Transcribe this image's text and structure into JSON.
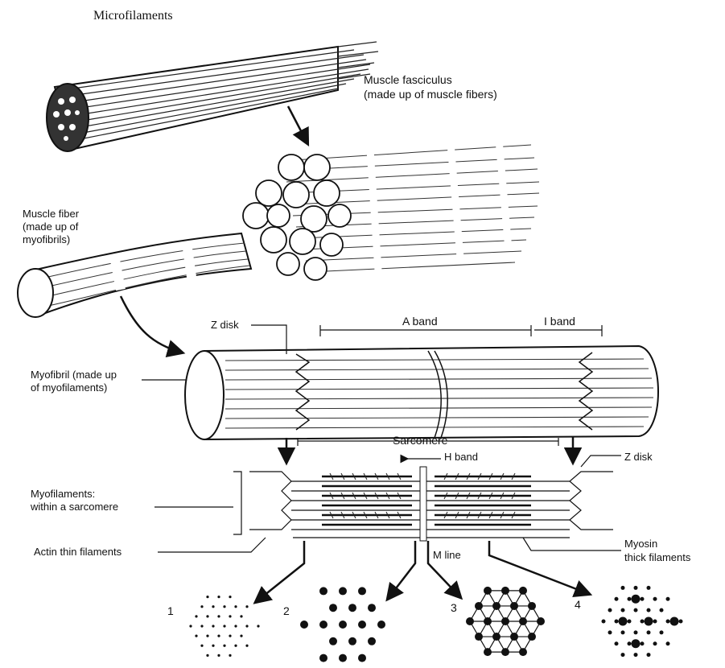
{
  "title": "Microfilaments",
  "labels": {
    "fasciculus": [
      "Muscle fasciculus",
      "(made up of muscle fibers)"
    ],
    "fiber": [
      "Muscle fiber",
      "(made up of",
      "myofibrils)"
    ],
    "z_disk_top": "Z disk",
    "a_band": "A band",
    "i_band": "I band",
    "myofibril": [
      "Myofibril (made up",
      "of myofilaments)"
    ],
    "sarcomere": "Sarcomere",
    "h_band": "H band",
    "z_disk_right": "Z disk",
    "myofilaments": [
      "Myofilaments:",
      "within a sarcomere"
    ],
    "actin": "Actin thin filaments",
    "m_line": "M line",
    "myosin": [
      "Myosin",
      "thick filaments"
    ]
  },
  "cross_sections": [
    "1",
    "2",
    "3",
    "4"
  ]
}
